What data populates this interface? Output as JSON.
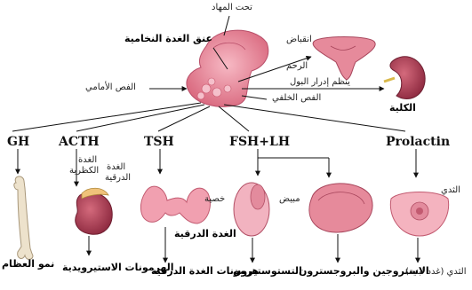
{
  "labels": {
    "hypothalamus": "تحت المهاد",
    "stalk": "عنق الغدة النخامية",
    "uterus_contraction_1": "انقباض",
    "uterus_contraction_2": "الرحم",
    "urine": "ينظم إدرار البول",
    "kidney": "الكلية",
    "anterior_lobe": "الفص الأمامي",
    "posterior_lobe": "الفص الخلفي",
    "adrenal_1": "الغدة",
    "adrenal_2": "الكظرية",
    "thyroid_1": "الغدة",
    "thyroid_2": "الدرقية",
    "thyroid_bold": "الغدة الدرقية",
    "testis": "خصية",
    "ovary": "مبيض",
    "breast": "الثدي",
    "bone_growth": "نمو العظام",
    "steroid_hormones": "الهرمونات الاستيرويدية",
    "thyroid_hormones": "هرمونات الغدة الدرقية",
    "testosterone": "التستوستيرون",
    "estrogen_progesterone": "الاستروجين والبروجسترون",
    "milk": "الثدي (غدد لبنية)"
  },
  "hormones": {
    "gh": "GH",
    "acth": "ACTH",
    "tsh": "TSH",
    "fsh_lh": "FSH+LH",
    "prolactin": "Prolactin"
  },
  "colors": {
    "gland": "#e98a99",
    "gland_dark": "#c9566c",
    "tissue": "#f2a7b5",
    "bone": "#e8dcc6",
    "arrow": "#111111"
  }
}
